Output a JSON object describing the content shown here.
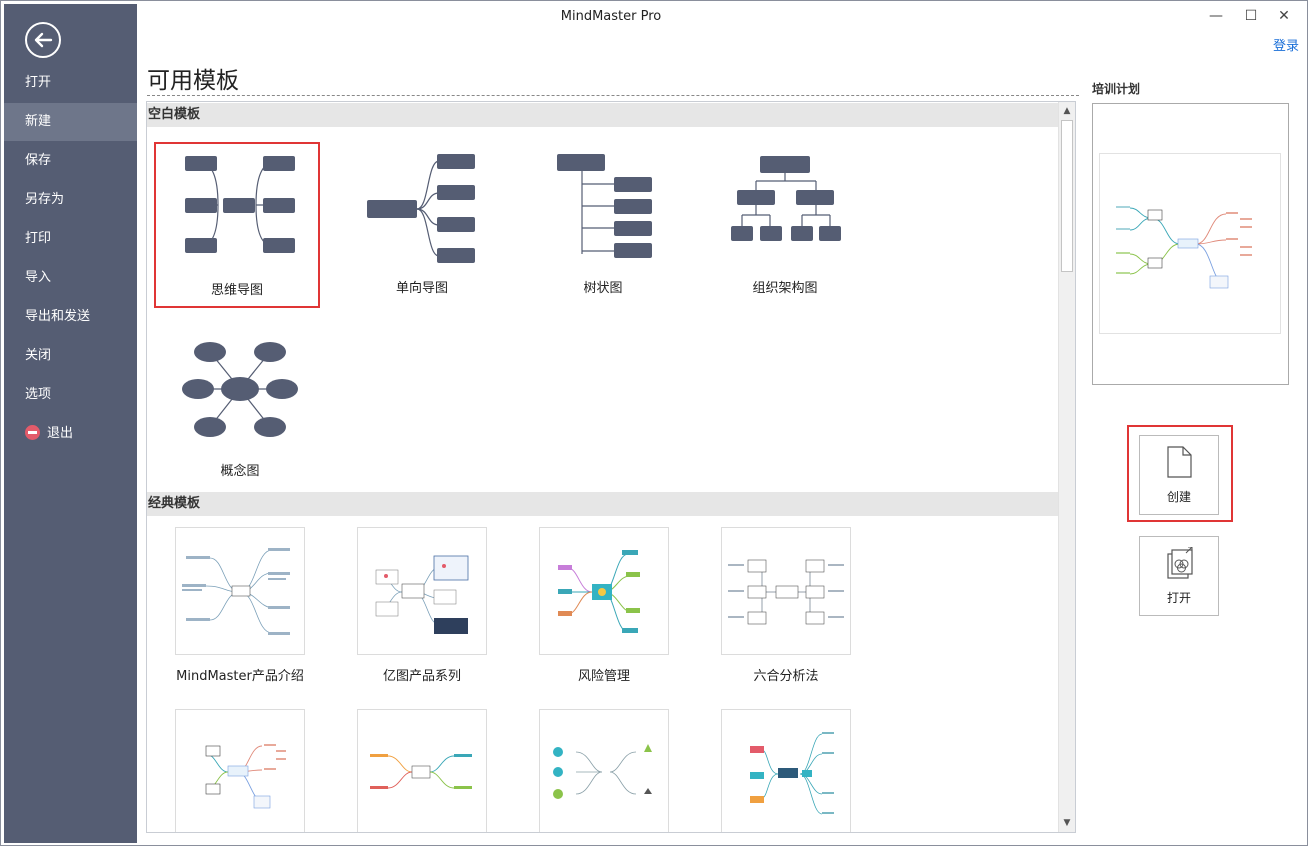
{
  "window": {
    "title": "MindMaster Pro",
    "login": "登录"
  },
  "sidebar": {
    "items": [
      {
        "label": "打开"
      },
      {
        "label": "新建"
      },
      {
        "label": "保存"
      },
      {
        "label": "另存为"
      },
      {
        "label": "打印"
      },
      {
        "label": "导入"
      },
      {
        "label": "导出和发送"
      },
      {
        "label": "关闭"
      },
      {
        "label": "选项"
      },
      {
        "label": "退出"
      }
    ],
    "active": "新建"
  },
  "main": {
    "heading": "可用模板",
    "blank_section": {
      "title": "空白模板",
      "templates": [
        {
          "label": "思维导图"
        },
        {
          "label": "单向导图"
        },
        {
          "label": "树状图"
        },
        {
          "label": "组织架构图"
        },
        {
          "label": "概念图"
        }
      ]
    },
    "classic_section": {
      "title": "经典模板",
      "templates": [
        {
          "label": "MindMaster产品介绍"
        },
        {
          "label": "亿图产品系列"
        },
        {
          "label": "风险管理"
        },
        {
          "label": "六合分析法"
        }
      ]
    }
  },
  "preview": {
    "title": "培训计划"
  },
  "actions": {
    "create": "创建",
    "open": "打开"
  },
  "colors": {
    "sidebar": "#555d73",
    "sidebar_active": "#6e768a",
    "shape": "#555d73",
    "highlight": "#e03535",
    "link": "#1a6fd8"
  }
}
